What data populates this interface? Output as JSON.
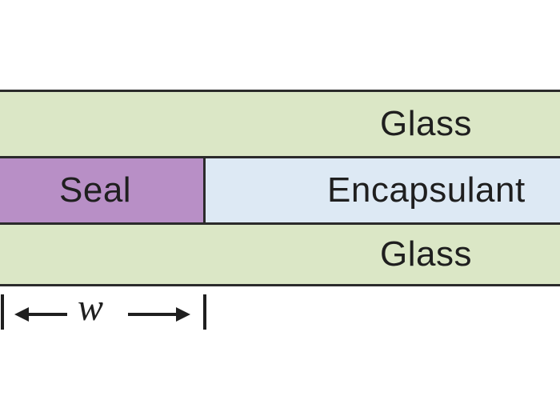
{
  "layers": {
    "glass_top": {
      "label": "Glass"
    },
    "seal": {
      "label": "Seal"
    },
    "encapsulant": {
      "label": "Encapsulant"
    },
    "glass_bottom": {
      "label": "Glass"
    }
  },
  "dimension": {
    "variable": "w"
  },
  "colors": {
    "glass": "#dbe7c6",
    "seal": "#b88fc6",
    "encapsulant": "#dde9f4",
    "outline": "#2b2b2b"
  }
}
